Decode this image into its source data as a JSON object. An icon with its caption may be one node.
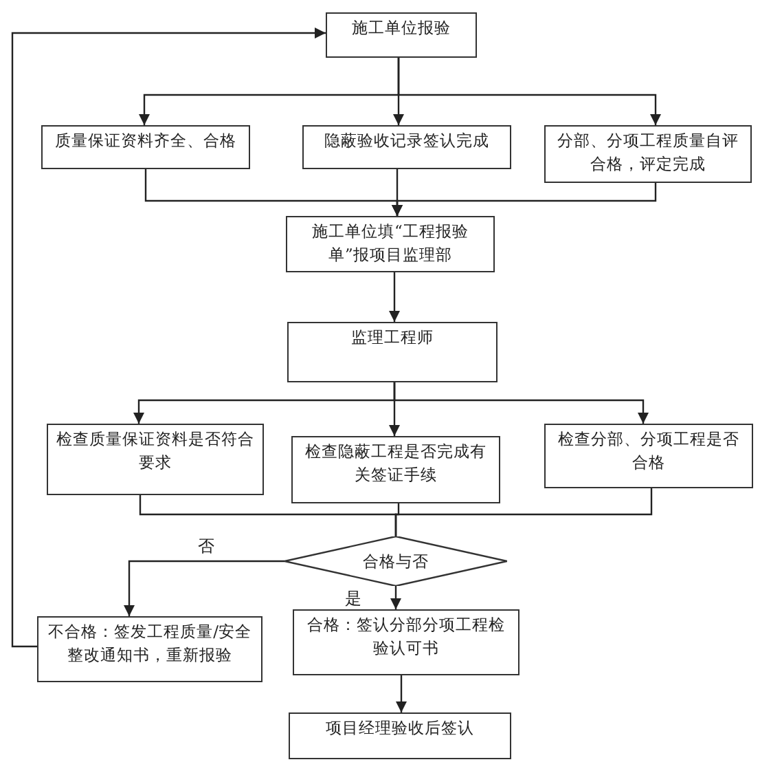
{
  "diagram": {
    "nodes": [
      {
        "text": [
          "施工单位报验"
        ]
      },
      {
        "text": [
          "质量保证资料齐全、合格"
        ]
      },
      {
        "text": [
          "隐蔽验收记录签认完成"
        ]
      },
      {
        "text": [
          "分部、分项工程质量自评合格，评定完成"
        ]
      },
      {
        "text": [
          "施工单位填“工程报验单”报项目监理部"
        ]
      },
      {
        "text": [
          "监理工程师"
        ]
      },
      {
        "text": [
          "检查质量保证资料是否符合要求"
        ]
      },
      {
        "text": [
          "检查隐蔽工程是否完成有关签证手续"
        ]
      },
      {
        "text": [
          "检查分部、分项工程是否合格"
        ]
      },
      {
        "text": [
          "合格与否"
        ]
      },
      {
        "text": [
          "不合格：签发工程质量/安全整改通知书，重新报验"
        ]
      },
      {
        "text": [
          "合格：签认分部分项工程检验认可书"
        ]
      },
      {
        "text": [
          "项目经理验收后签认"
        ]
      }
    ],
    "edges": [
      {
        "from": 0,
        "to": 1,
        "arrow": "to"
      },
      {
        "from": 0,
        "to": 2,
        "arrow": "to"
      },
      {
        "from": 0,
        "to": 3,
        "arrow": "to"
      },
      {
        "from": 1,
        "to": 4,
        "arrow": "to"
      },
      {
        "from": 2,
        "to": 4,
        "arrow": "to"
      },
      {
        "from": 3,
        "to": 4,
        "arrow": "to"
      },
      {
        "from": 4,
        "to": 5,
        "arrow": "to"
      },
      {
        "from": 5,
        "to": 6,
        "arrow": "to"
      },
      {
        "from": 5,
        "to": 7,
        "arrow": "to"
      },
      {
        "from": 5,
        "to": 8,
        "arrow": "to"
      },
      {
        "from": 6,
        "to": 9,
        "arrow": "none"
      },
      {
        "from": 7,
        "to": 9,
        "arrow": "none"
      },
      {
        "from": 8,
        "to": 9,
        "arrow": "none"
      },
      {
        "from": 9,
        "to": 10,
        "arrow": "to",
        "label": "否"
      },
      {
        "from": 9,
        "to": 11,
        "arrow": "to",
        "label": "是"
      },
      {
        "from": 11,
        "to": 12,
        "arrow": "to"
      },
      {
        "from": 10,
        "to": 0,
        "arrow": "to"
      }
    ]
  }
}
